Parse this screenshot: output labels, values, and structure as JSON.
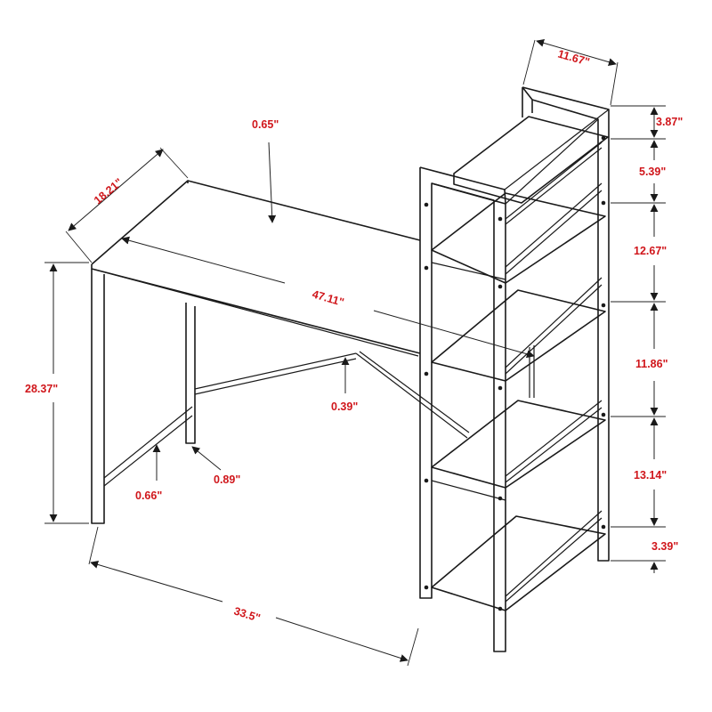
{
  "label_color": "#d0161b",
  "line_color": "#1a1a1a",
  "dimensions": {
    "shelf_depth": "11.67\"",
    "gap_1": "3.87\"",
    "gap_2": "5.39\"",
    "gap_3": "12.67\"",
    "gap_4": "11.86\"",
    "gap_5": "13.14\"",
    "gap_6": "3.39\"",
    "desk_depth": "18.21\"",
    "top_thickness": "0.65\"",
    "desk_width": "47.11\"",
    "height": "28.37\"",
    "brace": "0.39\"",
    "leg_width": "0.89\"",
    "rod": "0.66\"",
    "base_width": "33.5\""
  }
}
